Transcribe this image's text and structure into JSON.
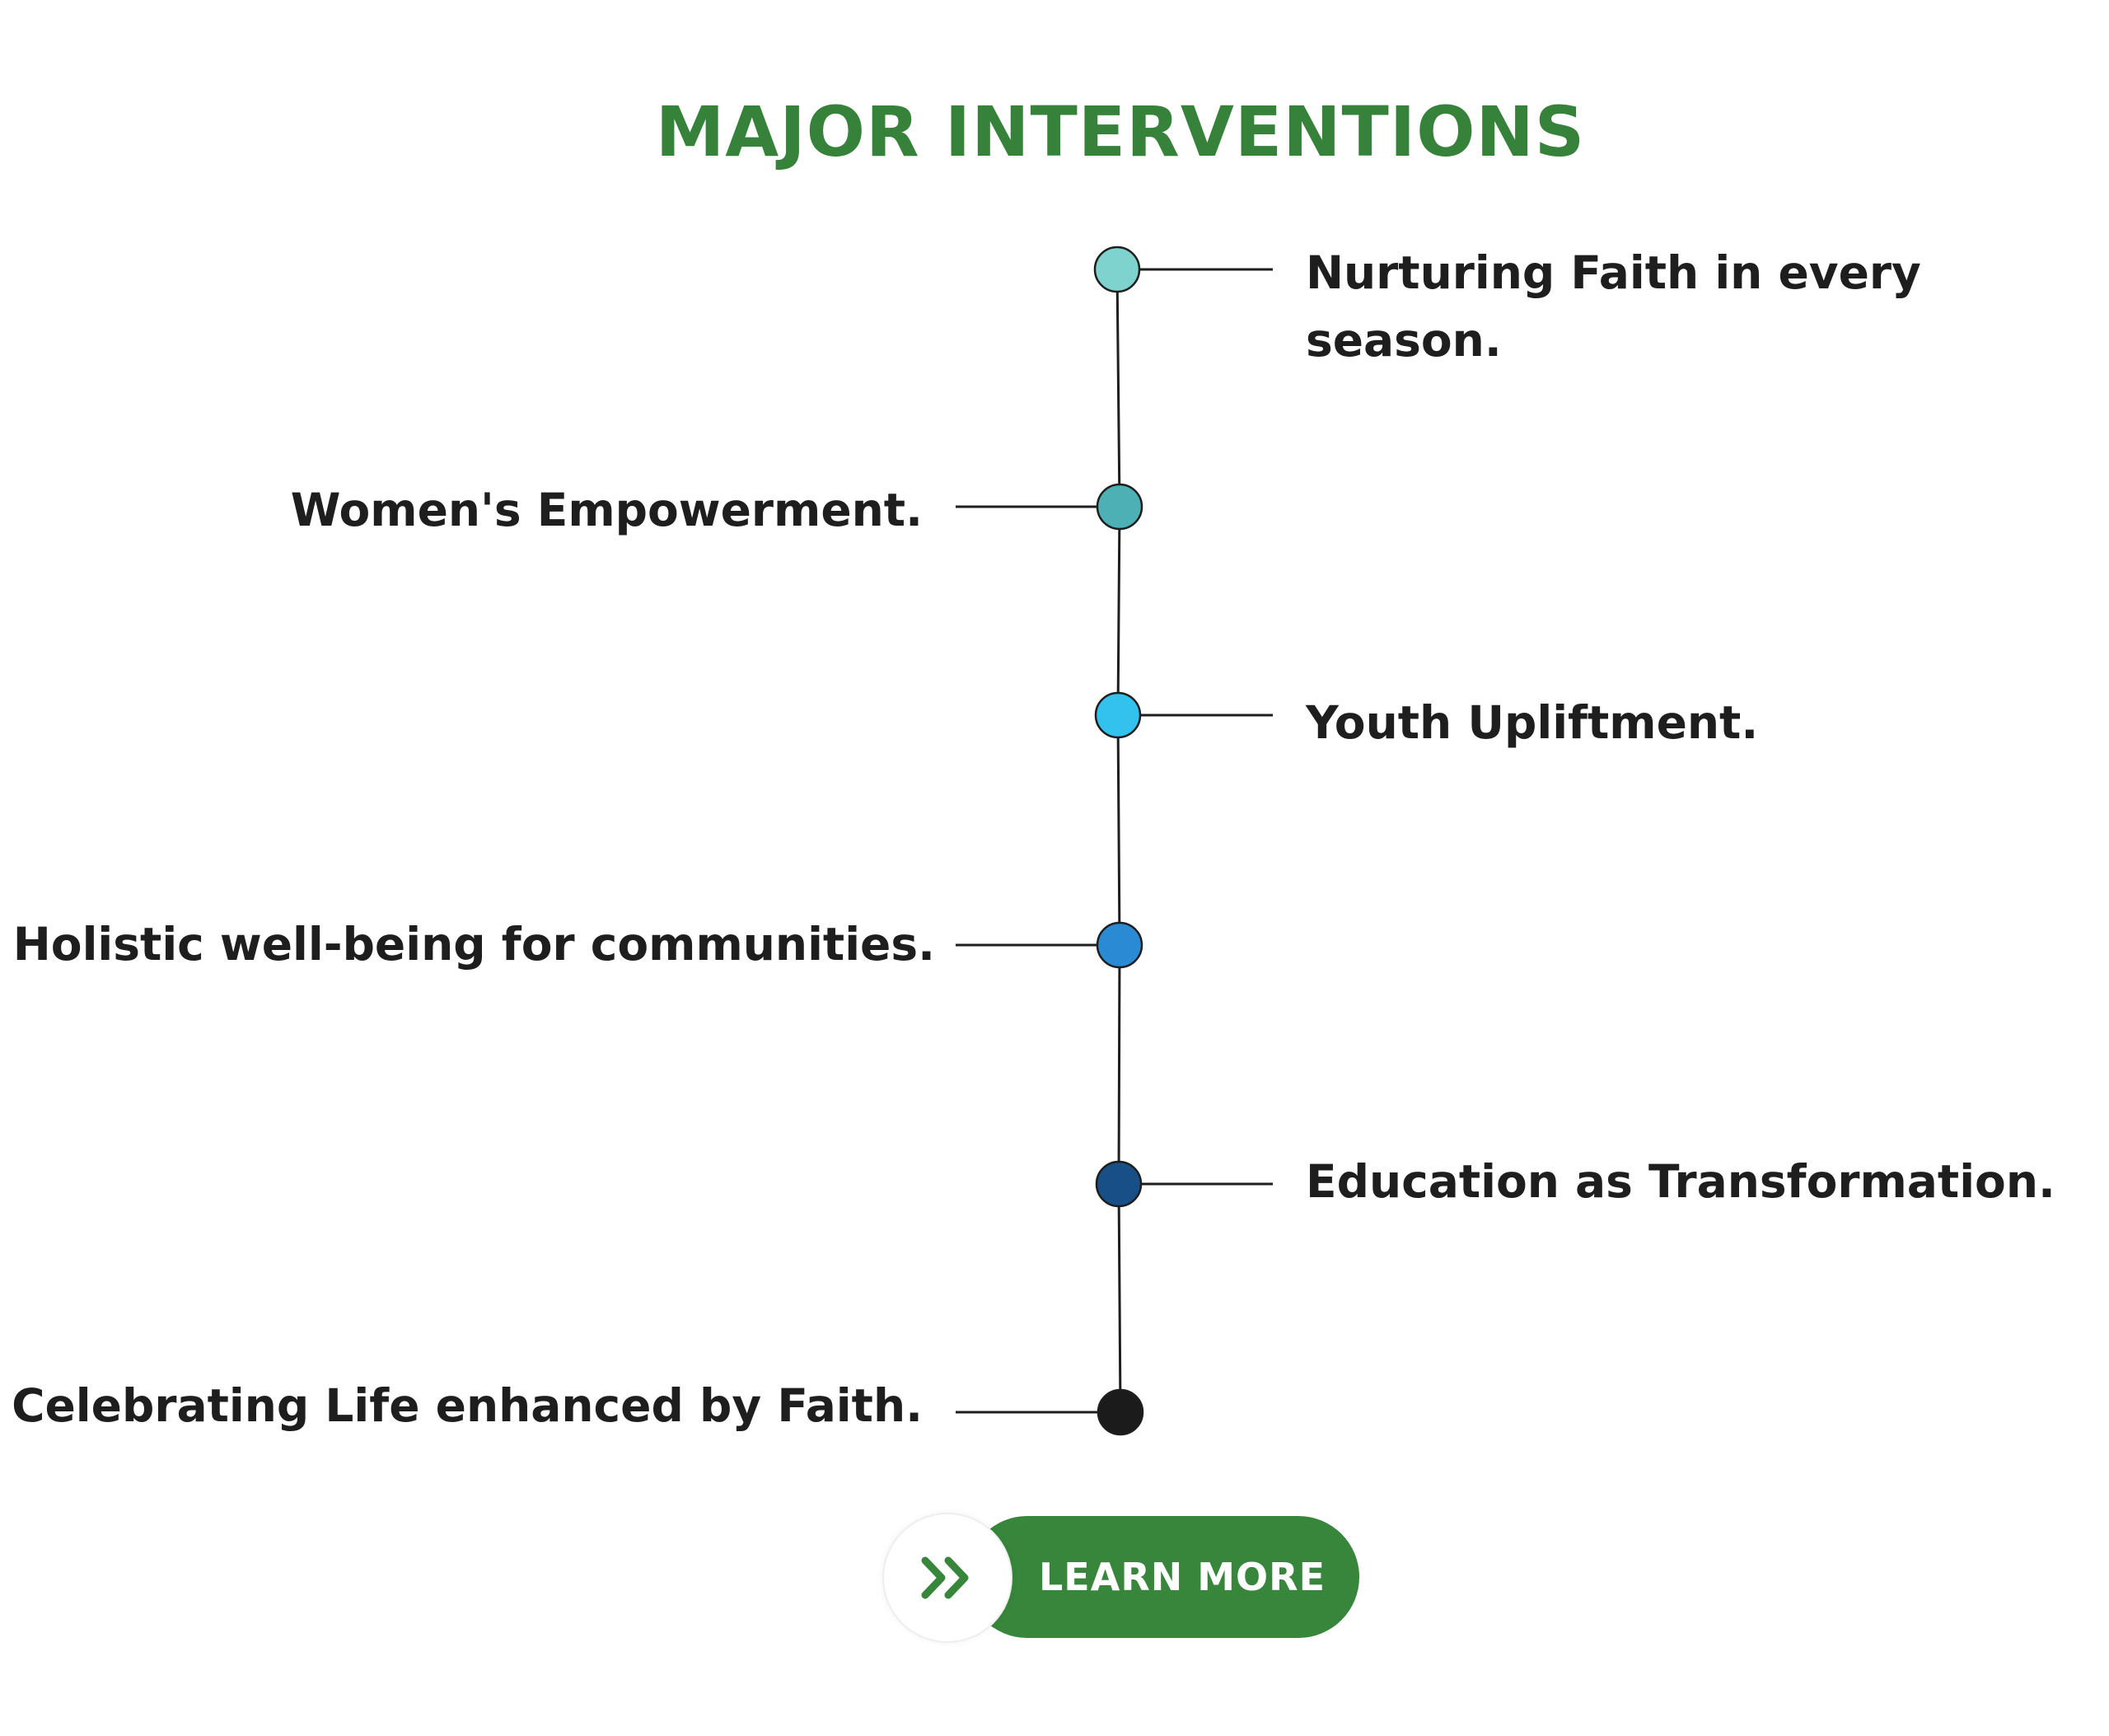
{
  "title": "MAJOR INTERVENTIONS",
  "colors": {
    "title": "#37823A",
    "text": "#1E1E1E",
    "line": "#1E1E1E",
    "button": "#37863B"
  },
  "items": [
    {
      "label": "Nurturing Faith in every season.",
      "side": "right",
      "color": "#7ED3CF"
    },
    {
      "label": "Women's Empowerment.",
      "side": "left",
      "color": "#4DB0B5"
    },
    {
      "label": "Youth Upliftment.",
      "side": "right",
      "color": "#33C2EE"
    },
    {
      "label": "Holistic well-being for communities.",
      "side": "left",
      "color": "#2B8AD4"
    },
    {
      "label": "Education as Transformation.",
      "side": "right",
      "color": "#174F86"
    },
    {
      "label": "Celebrating Life enhanced by Faith.",
      "side": "left",
      "color": "#1B1B1B"
    }
  ],
  "cta": {
    "label": "LEARN MORE",
    "icon": "double-chevron-right-icon"
  }
}
